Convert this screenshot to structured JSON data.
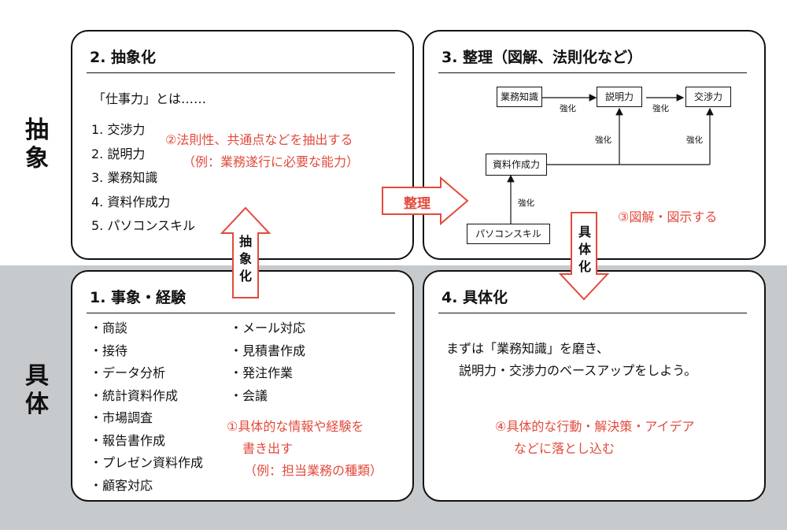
{
  "side_labels": {
    "abstract": "抽象",
    "concrete": "具体"
  },
  "box2": {
    "title": "2.  抽象化",
    "intro": "「仕事力」とは……",
    "items": [
      "1. 交渉力",
      "2. 説明力",
      "3. 業務知識",
      "4. 資料作成力",
      "5. パソコンスキル"
    ],
    "note_line1": "②法則性、共通点などを抽出する",
    "note_line2": "（例：業務遂行に必要な能力）"
  },
  "box3": {
    "title": "3.  整理（図解、法則化など）",
    "nodes": {
      "gyomu": "業務知識",
      "setsumei": "説明力",
      "kosho": "交渉力",
      "shiryo": "資料作成力",
      "pc": "パソコンスキル"
    },
    "edge_label": "強化",
    "note": "③図解・図示する"
  },
  "box1": {
    "title": "1.  事象・経験",
    "col1": [
      "・商談",
      "・接待",
      "・データ分析",
      "・統計資料作成",
      "・市場調査",
      "・報告書作成",
      "・プレゼン資料作成",
      "・顧客対応"
    ],
    "col2": [
      "・メール対応",
      "・見積書作成",
      "・発注作業",
      "・会議"
    ],
    "note_line1": "①具体的な情報や経験を",
    "note_line2": "書き出す",
    "note_line3": "（例：担当業務の種類）"
  },
  "box4": {
    "title": "4.  具体化",
    "line1": "まずは「業務知識」を磨き、",
    "line2": "説明力・交渉力のベースアップをしよう。",
    "note_line1": "④具体的な行動・解決策・アイデア",
    "note_line2": "などに落とし込む"
  },
  "arrows": {
    "abstraction": "抽象化",
    "organize": "整理",
    "concretize": "具体化"
  },
  "colors": {
    "accent_red": "#e24a3c",
    "bottom_band": "#c6cacd"
  }
}
